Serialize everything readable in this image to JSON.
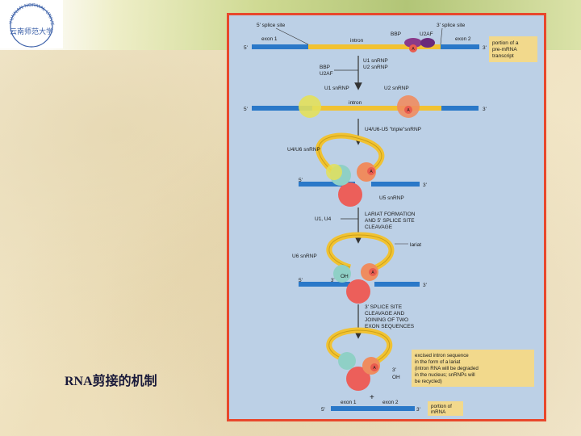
{
  "slide": {
    "title": "RNA剪接的机制",
    "university_arc_text": "YUNNAN NORMAL UNIVERSITY",
    "university_chinese": "云南师范大学"
  },
  "figure": {
    "stage1": {
      "five_splice_site": "5' splice site",
      "three_splice_site": "3' splice site",
      "exon1": "exon 1",
      "intron": "intron",
      "bbp": "BBP",
      "u2af": "U2AF",
      "exon2": "exon 2",
      "five_end": "5'",
      "three_end": "3'",
      "a": "A",
      "note_line1": "portion of a",
      "note_line2": "pre-mRNA",
      "note_line3": "transcript"
    },
    "step1": {
      "bbp": "BBP",
      "u2af": "U2AF",
      "u1": "U1 snRNP",
      "u2": "U2 snRNP"
    },
    "stage2": {
      "u1": "U1 snRNP",
      "u2": "U2 snRNP",
      "intron": "intron",
      "five_end": "5'",
      "three_end": "3'",
      "a": "A"
    },
    "step2": {
      "label": "U4/U6-U5 \"triple\"snRNP"
    },
    "stage3": {
      "u4u6": "U4/U6 snRNP",
      "u5": "U5 snRNP",
      "five_end": "5'",
      "three_end": "3'",
      "a": "A"
    },
    "step3": {
      "released": "U1, U4",
      "line1": "LARIAT FORMATION",
      "line2": "AND 5' SPLICE SITE",
      "line3": "CLEAVAGE"
    },
    "stage4": {
      "u6": "U6 snRNP",
      "lariat": "lariat",
      "oh": "OH",
      "three_mid": "3'",
      "five_end": "5'",
      "three_end": "3'",
      "a": "A"
    },
    "step4": {
      "line1": "3' SPLICE SITE",
      "line2": "CLEAVAGE AND",
      "line3": "JOINING OF TWO",
      "line4": "EXON SEQUENCES"
    },
    "stage5": {
      "three_mid": "3'",
      "oh": "OH",
      "a": "A",
      "note_line1": "excised intron sequence",
      "note_line2": "in the form of a lariat",
      "note_line3": "(intron RNA will be degraded",
      "note_line4": "in the nucleus; snRNPs will",
      "note_line5": "be recycled)",
      "exon1": "exon 1",
      "exon2": "exon 2",
      "five_end": "5'",
      "three_end": "3'",
      "mrna_line1": "portion of",
      "mrna_line2": "mRNA"
    }
  },
  "colors": {
    "exon": "#2a78c8",
    "intron": "#f1c232",
    "u1": "#e3e05a",
    "u2": "#ef8c5f",
    "a_site": "#e95c4f",
    "u6": "#8fd0c6",
    "u5": "#ec5f5a",
    "frame": "#e8482c",
    "note": "#f2d98c"
  }
}
